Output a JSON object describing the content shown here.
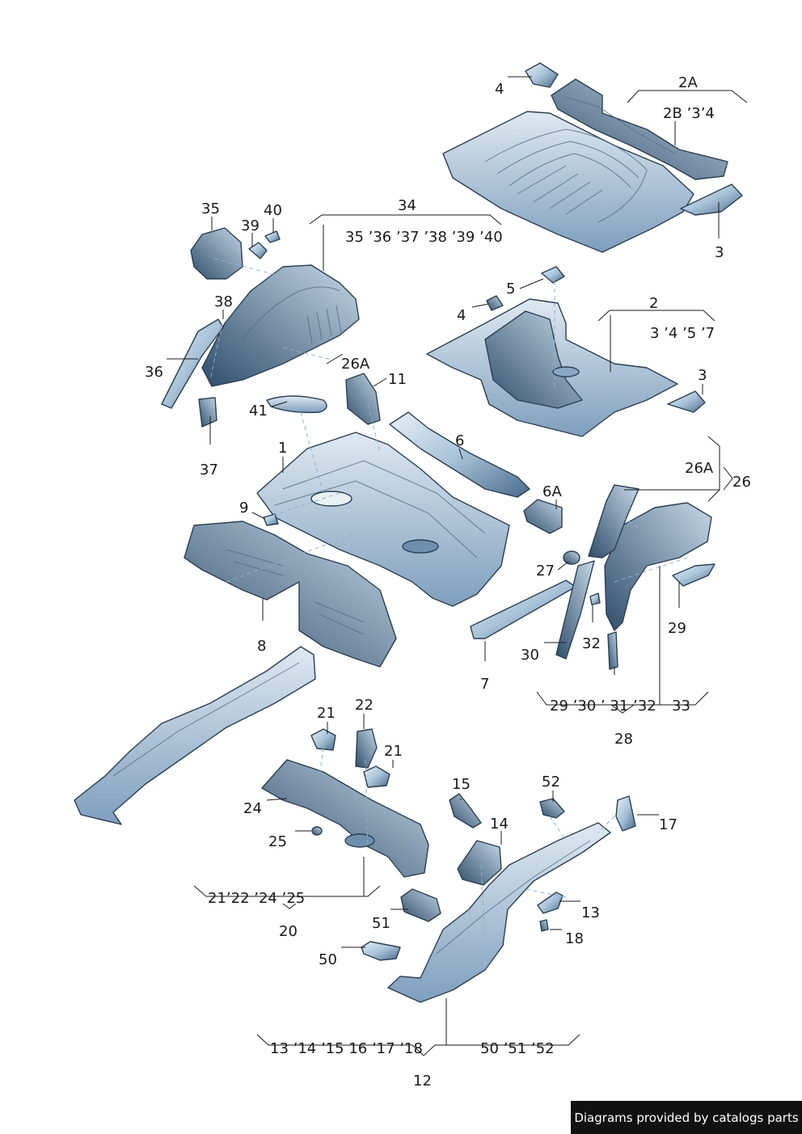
{
  "labels": {
    "l4a": "4",
    "l2A": "2A",
    "l2B": "2B ’3’4",
    "l3a": "3",
    "l34": "34",
    "l34list": "35 ’36 ’37 ’38 ’39 ’40",
    "l35": "35",
    "l39": "39",
    "l40": "40",
    "l38": "38",
    "l36": "36",
    "l37": "37",
    "l26A1": "26A",
    "l11": "11",
    "l41": "41",
    "l5": "5",
    "l4b": "4",
    "l2": "2",
    "l2list": "3 ’4 ’5 ’7",
    "l3b": "3",
    "l1": "1",
    "l6": "6",
    "l26A2": "26A",
    "l26": "26",
    "l6A": "6A",
    "l9": "9",
    "l8": "8",
    "l27": "27",
    "l7": "7",
    "l30": "30",
    "l32": "32",
    "l29": "29",
    "l28list": "29 ’30 ’ 31 ’32",
    "l33": "33",
    "l28": "28",
    "l21a": "21",
    "l22": "22",
    "l21b": "21",
    "l24": "24",
    "l25": "25",
    "l20list": "21’22 ’24 ’25",
    "l20": "20",
    "l15": "15",
    "l52": "52",
    "l14": "14",
    "l17": "17",
    "l13": "13",
    "l18": "18",
    "l51": "51",
    "l50": "50",
    "l12list1": "13 ’14 ’15 16 ’17 ’18",
    "l12list2": "50 ’51 ’52",
    "l12": "12"
  },
  "footer": {
    "watermark": "Diagrams provided by catalogs parts"
  },
  "colors": {
    "part_light": "#dbe8f3",
    "part_mid": "#9dbad3",
    "part_dark": "#3f5f7e",
    "outline": "#2a3e52"
  }
}
